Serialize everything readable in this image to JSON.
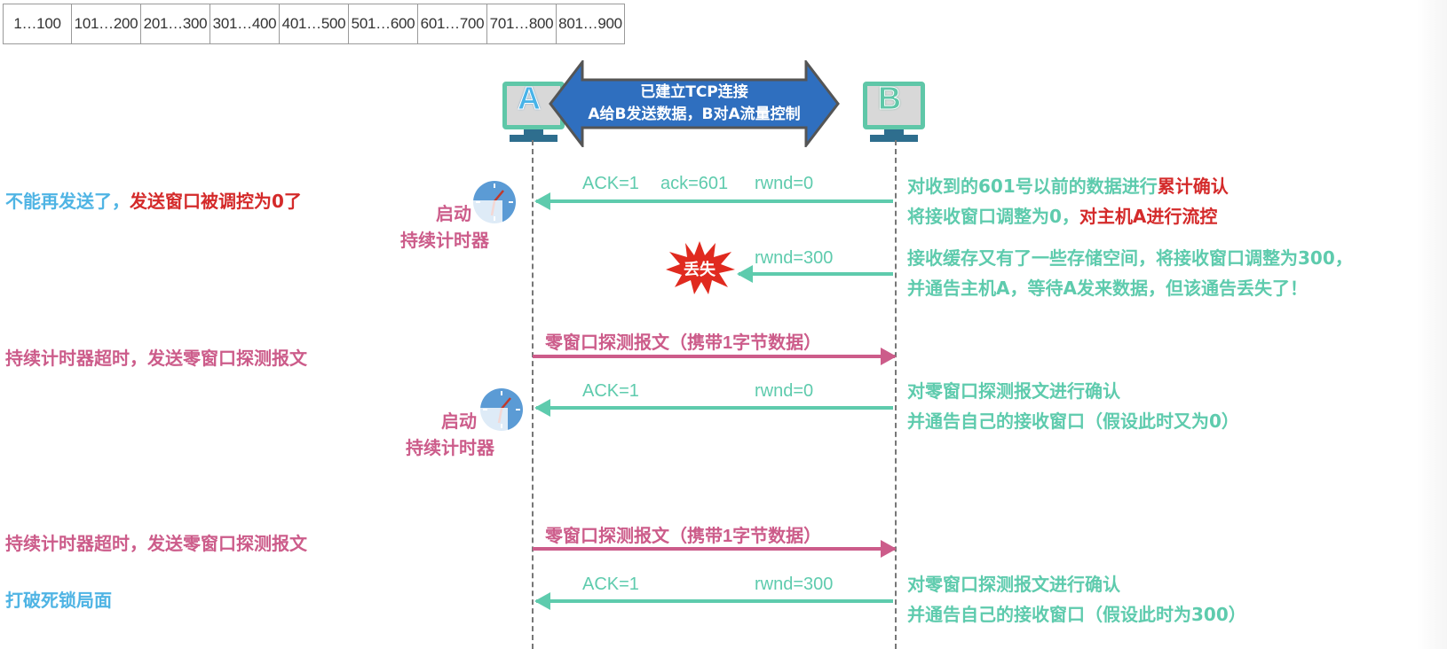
{
  "byte_ranges": [
    "1…100",
    "101…200",
    "201…300",
    "301…400",
    "401…500",
    "501…600",
    "601…700",
    "701…800",
    "801…900"
  ],
  "hosts": {
    "a": "A",
    "b": "B"
  },
  "connection": {
    "line1": "已建立TCP连接",
    "line2": "A给B发送数据，B对A流量控制"
  },
  "colors": {
    "teal": "#5ecbad",
    "pink": "#cc5c8a",
    "blue": "#4fb4e4",
    "red": "#d42a2a",
    "arrow_blue": "#2f6fbf"
  },
  "messages": [
    {
      "direction": "B→A",
      "ack_flag": "ACK=1",
      "ack_num": "ack=601",
      "rwnd": "rwnd=0",
      "lost": false
    },
    {
      "direction": "B→A",
      "rwnd": "rwnd=300",
      "lost": true,
      "lost_label": "丢失"
    },
    {
      "direction": "A→B",
      "label": "零窗口探测报文（携带1字节数据）"
    },
    {
      "direction": "B→A",
      "ack_flag": "ACK=1",
      "rwnd": "rwnd=0"
    },
    {
      "direction": "A→B",
      "label": "零窗口探测报文（携带1字节数据）"
    },
    {
      "direction": "B→A",
      "ack_flag": "ACK=1",
      "rwnd": "rwnd=300"
    }
  ],
  "left_notes": {
    "n1_part1": "不能再发送了，",
    "n1_part2": "发送窗口被调控为0了",
    "n2": "持续计时器超时，发送零窗口探测报文",
    "n3": "持续计时器超时，发送零窗口探测报文",
    "n4": "打破死锁局面"
  },
  "timers": [
    {
      "line1": "启动",
      "line2": "持续计时器"
    },
    {
      "line1": "启动",
      "line2": "持续计时器"
    }
  ],
  "right_notes": {
    "r1_line1_part1": "对收到的601号以前的数据进行",
    "r1_line1_part2": "累计确认",
    "r1_line2_part1": "将接收窗口调整为0，",
    "r1_line2_part2": "对主机A进行流控",
    "r2_line1": "接收缓存又有了一些存储空间，将接收窗口调整为300，",
    "r2_line2": "并通告主机A，等待A发来数据，但该通告丢失了！",
    "r3_line1": "对零窗口探测报文进行确认",
    "r3_line2": "并通告自己的接收窗口（假设此时又为0）",
    "r4_line1": "对零窗口探测报文进行确认",
    "r4_line2": "并通告自己的接收窗口（假设此时为300）"
  }
}
